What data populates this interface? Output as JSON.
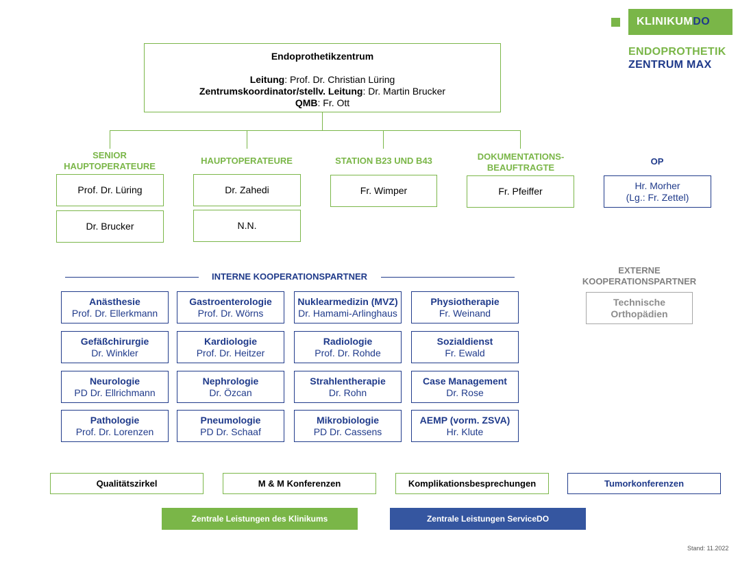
{
  "logo": {
    "brand_a": "KLINIKUM",
    "brand_b": "DO",
    "line1": "ENDOPROTHETIK",
    "line2": "ZENTRUM MAX"
  },
  "top": {
    "title": "Endoprothetikzentrum",
    "leitung_label": "Leitung",
    "leitung_value": ": Prof. Dr. Christian Lüring",
    "koord_label": "Zentrumskoordinator/stellv. Leitung",
    "koord_value": ": Dr. Martin Brucker",
    "qmb_label": "QMB",
    "qmb_value": ": Fr. Ott"
  },
  "columns": {
    "senior": {
      "header": "SENIOR HAUPTOPERATEURE",
      "boxes": [
        "Prof. Dr. Lüring",
        "Dr. Brucker"
      ]
    },
    "haupt": {
      "header": "HAUPTOPERATEURE",
      "boxes": [
        "Dr. Zahedi",
        "N.N."
      ]
    },
    "station": {
      "header": "STATION B23 UND B43",
      "boxes": [
        "Fr. Wimper"
      ]
    },
    "doku": {
      "header": "DOKUMENTATIONS- BEAUFTRAGTE",
      "boxes": [
        "Fr. Pfeiffer"
      ]
    },
    "op": {
      "header": "OP",
      "line1": "Hr. Morher",
      "line2": "(Lg.: Fr. Zettel)"
    }
  },
  "interne": {
    "header": "INTERNE KOOPERATIONSPARTNER",
    "items": [
      {
        "title": "Anästhesie",
        "person": "Prof. Dr. Ellerkmann"
      },
      {
        "title": "Gastroenterologie",
        "person": "Prof. Dr. Wörns"
      },
      {
        "title": "Nuklearmedizin (MVZ)",
        "person": "Dr. Hamami-Arlinghaus"
      },
      {
        "title": "Physiotherapie",
        "person": "Fr. Weinand"
      },
      {
        "title": "Gefäßchirurgie",
        "person": "Dr. Winkler"
      },
      {
        "title": "Kardiologie",
        "person": "Prof. Dr. Heitzer"
      },
      {
        "title": "Radiologie",
        "person": "Prof. Dr. Rohde"
      },
      {
        "title": "Sozialdienst",
        "person": "Fr. Ewald"
      },
      {
        "title": "Neurologie",
        "person": "PD Dr. Ellrichmann"
      },
      {
        "title": "Nephrologie",
        "person": "Dr. Özcan"
      },
      {
        "title": "Strahlentherapie",
        "person": "Dr. Rohn"
      },
      {
        "title": "Case Management",
        "person": "Dr. Rose"
      },
      {
        "title": "Pathologie",
        "person": "Prof. Dr. Lorenzen"
      },
      {
        "title": "Pneumologie",
        "person": "PD Dr. Schaaf"
      },
      {
        "title": "Mikrobiologie",
        "person": "PD Dr. Cassens"
      },
      {
        "title": "AEMP (vorm. ZSVA)",
        "person": "Hr. Klute"
      }
    ]
  },
  "externe": {
    "header": "EXTERNE KOOPERATIONSPARTNER",
    "box": "Technische Orthopädien"
  },
  "conferences": [
    "Qualitätszirkel",
    "M & M Konferenzen",
    "Komplikationsbesprechungen",
    "Tumorkonferenzen"
  ],
  "legend": {
    "green": "Zentrale Leistungen des Klinikums",
    "blue": "Zentrale Leistungen ServiceDO"
  },
  "footer": {
    "stand": "Stand: 11.2022"
  },
  "colors": {
    "green": "#7ab648",
    "blue": "#1f3a8a",
    "legend_blue": "#3556a0",
    "grey": "#a6a6a6"
  }
}
